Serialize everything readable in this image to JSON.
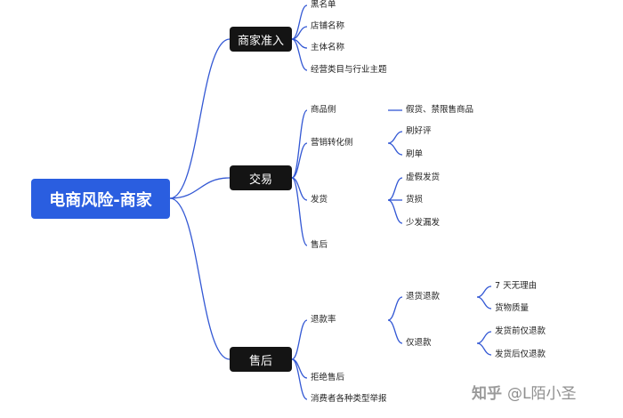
{
  "diagram": {
    "root": "电商风险-商家",
    "branches": [
      {
        "label": "商家准入",
        "children": [
          "黑名单",
          "店铺名称",
          "主体名称",
          "经营类目与行业主题"
        ]
      },
      {
        "label": "交易",
        "children": [
          {
            "label": "商品侧",
            "children": [
              "假货、禁限售商品"
            ]
          },
          {
            "label": "营销转化侧",
            "children": [
              "刷好评",
              "刷单"
            ]
          },
          {
            "label": "发货",
            "children": [
              "虚假发货",
              "货损",
              "少发漏发"
            ]
          },
          {
            "label": "售后",
            "children": []
          }
        ]
      },
      {
        "label": "售后",
        "children": [
          {
            "label": "退款率",
            "children": [
              {
                "label": "退货退款",
                "children": [
                  "7 天无理由",
                  "货物质量"
                ]
              },
              {
                "label": "仅退款",
                "children": [
                  "发货前仅退款",
                  "发货后仅退款"
                ]
              }
            ]
          },
          {
            "label": "拒绝售后",
            "children": []
          },
          {
            "label": "消费者各种类型举报",
            "children": []
          }
        ]
      }
    ],
    "colors": {
      "line": "#3358d4",
      "root_bg": "#2a5ee0",
      "branch_bg": "#141414"
    }
  },
  "watermark": {
    "logo": "知乎",
    "text": "@L陌小圣"
  }
}
